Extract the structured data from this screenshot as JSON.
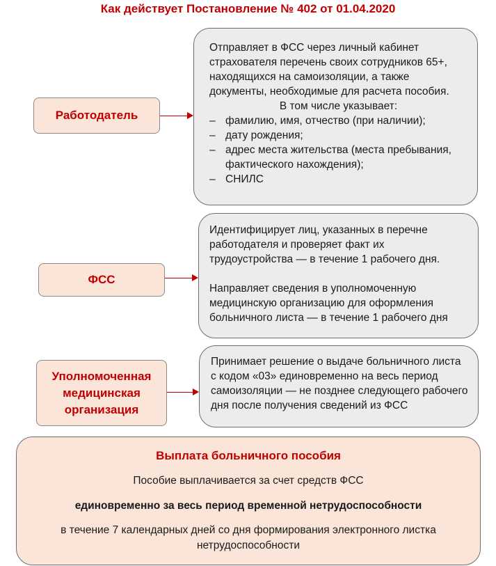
{
  "title": "Как действует Постановление № 402 от 01.04.2020",
  "employer": {
    "label": "Работодатель",
    "text1": "Отправляет в ФСС через личный кабинет страхователя перечень своих сотрудников 65+, находящихся на самоизоляции, а также документы, необходимые для расчета пособия.",
    "text2": "В том числе указывает:",
    "items": [
      "фамилию, имя, отчество (при наличии);",
      "дату рождения;",
      "адрес места жительства (места пребывания, фактического нахождения);",
      "СНИЛС"
    ],
    "dash": "–"
  },
  "fss": {
    "label": "ФСС",
    "text1": "Идентифицирует лиц, указанных в перечне работодателя и проверяет факт их трудоустройства — в течение 1 рабочего дня.",
    "text2": "Направляет сведения в уполномоченную медицинскую организацию для оформления больничного листа — в течение 1 рабочего дня"
  },
  "med": {
    "label": "Уполномоченная медицинская организация",
    "text": "Принимает решение о выдаче больничного листа с кодом «03» единовременно на весь период самоизоляции — не позднее следующего рабочего дня после получения сведений из ФСС"
  },
  "payout": {
    "title": "Выплата больничного пособия",
    "line1": "Пособие выплачивается за счет средств ФСС",
    "line2": "единовременно за весь период временной нетрудоспособности",
    "line3": "в течение 7 календарных дней со дня формирования электронного листка нетрудоспособности"
  }
}
